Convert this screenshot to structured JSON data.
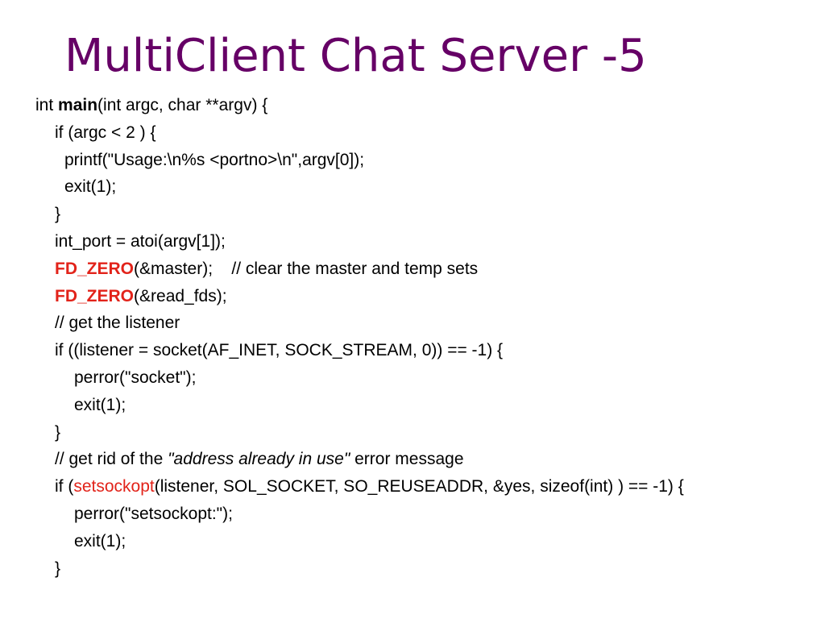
{
  "title": "MultiClient Chat Server -5",
  "colors": {
    "title": "#660066",
    "highlight": "#e2231a",
    "text": "#000000",
    "background": "#ffffff"
  },
  "code": {
    "l1": {
      "a": "int ",
      "b": "main",
      "c": "(int argc, char **argv) {"
    },
    "l2": "if (argc < 2 ) {",
    "l3": "printf(\"Usage:\\n%s <portno>\\n\",argv[0]);",
    "l4": "exit(1);",
    "l5": "}",
    "l6": "int_port = atoi(argv[1]);",
    "l7": {
      "a": "FD_ZERO",
      "b": "(&master);    // clear the master and temp sets"
    },
    "l8": {
      "a": "FD_ZERO",
      "b": "(&read_fds);"
    },
    "l9": "// get the listener",
    "l10": "if ((listener = socket(AF_INET, SOCK_STREAM, 0)) == -1) {",
    "l11": "perror(\"socket\");",
    "l12": "exit(1);",
    "l13": "}",
    "l14": {
      "a": "// get rid of the ",
      "b": "\"address already in use\"",
      "c": " error message"
    },
    "l15": {
      "a": "if (",
      "b": "setsockopt",
      "c": "(listener, SOL_SOCKET, SO_REUSEADDR, &yes, sizeof(int) ) == -1) {"
    },
    "l16": "perror(\"setsockopt:\");",
    "l17": "exit(1);",
    "l18": "}"
  }
}
